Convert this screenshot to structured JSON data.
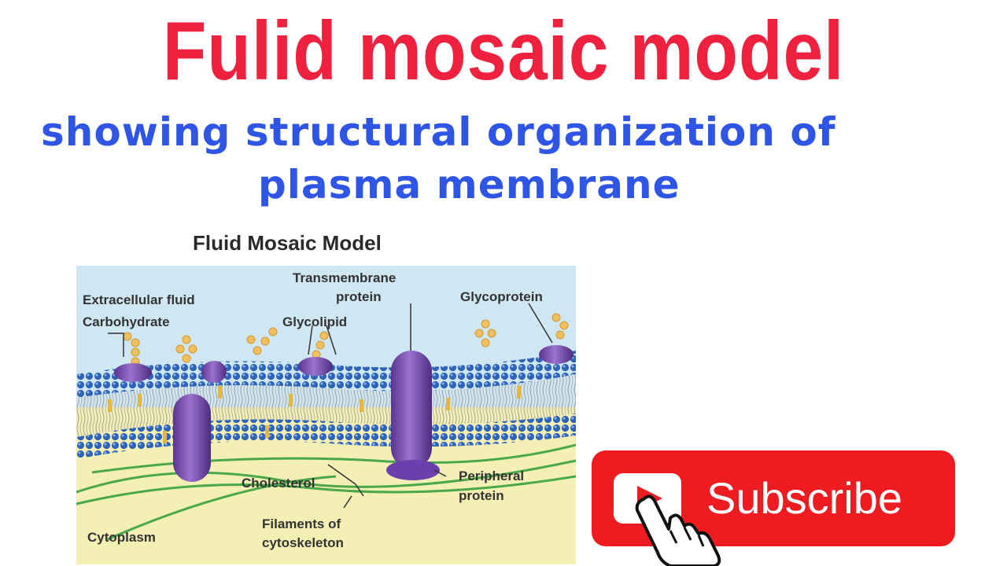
{
  "header": {
    "title": "Fulid mosaic model",
    "subtitle_line1": "showing structural organization of",
    "subtitle_line2": "plasma membrane"
  },
  "figure": {
    "title": "Fluid Mosaic Model",
    "labels": {
      "extracellular_fluid": "Extracellular fluid",
      "carbohydrate": "Carbohydrate",
      "transmembrane_line1": "Transmembrane",
      "transmembrane_line2": "protein",
      "glycolipid": "Glycolipid",
      "glycoprotein": "Glycoprotein",
      "cholesterol": "Cholesterol",
      "peripheral_line1": "Peripheral",
      "peripheral_line2": "protein",
      "filaments_line1": "Filaments of",
      "filaments_line2": "cytoskeleton",
      "cytoplasm": "Cytoplasm"
    }
  },
  "subscribe": {
    "label": "Subscribe",
    "icons": [
      "play-icon",
      "hand-cursor-icon"
    ]
  },
  "colors": {
    "title": "#f0213f",
    "subtitle": "#2f55e6",
    "subscribe_bg": "#ee1b21",
    "membrane_heads": "#2e63b8",
    "protein": "#7a4fb0",
    "extracellular": "#cfe6f3",
    "cytoplasm": "#f4efb4"
  }
}
